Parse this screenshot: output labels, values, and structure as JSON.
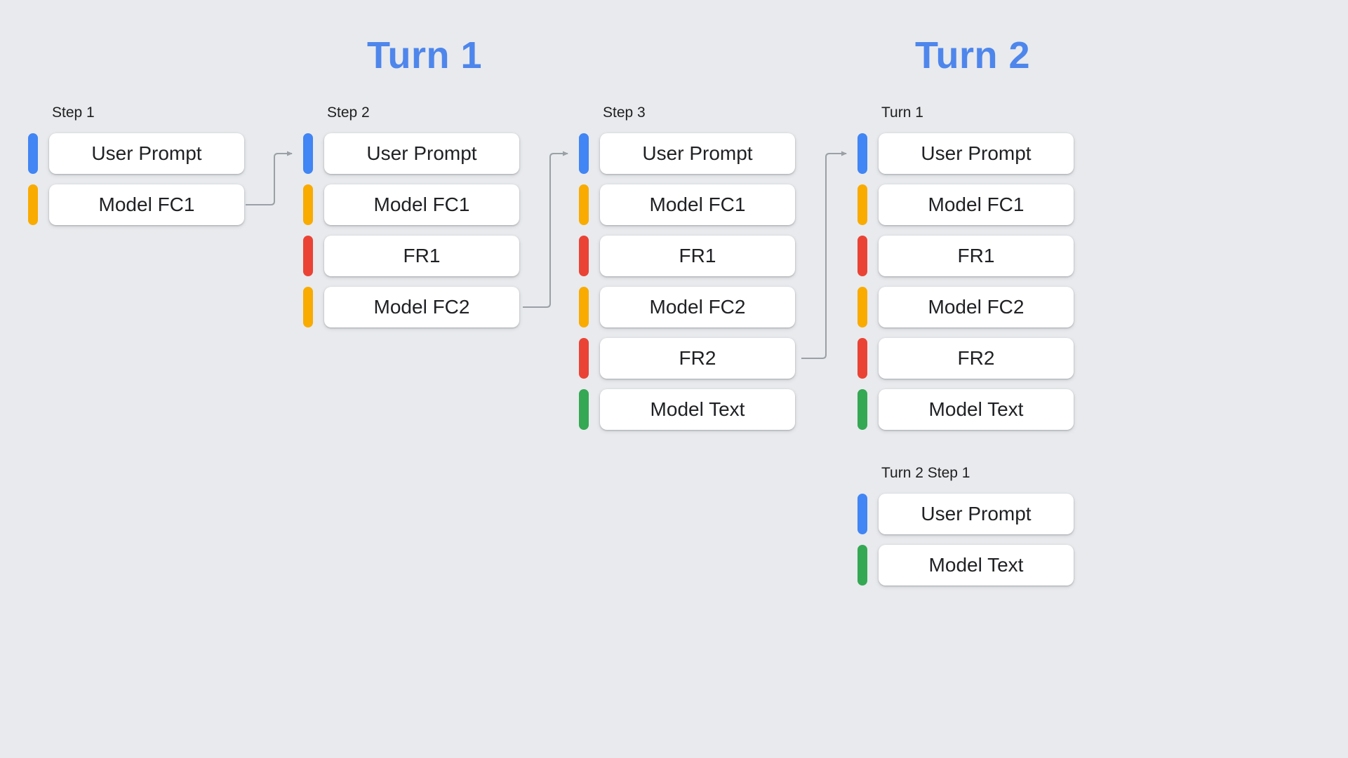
{
  "titles": {
    "turn1": "Turn 1",
    "turn2": "Turn 2"
  },
  "palette": {
    "background": "#E8EAED",
    "card_bg": "#FFFFFF",
    "card_text": "#202124",
    "label_text": "#1F1F1F",
    "title_blue": "#4E86EC",
    "arrow": "#9AA0A6",
    "blue": "#4285F4",
    "yellow": "#F9AB00",
    "red": "#EA4335",
    "green": "#34A853"
  },
  "groups": [
    {
      "label": "Step 1",
      "cards": [
        {
          "text": "User Prompt",
          "color": "blue"
        },
        {
          "text": "Model FC1",
          "color": "yellow"
        }
      ]
    },
    {
      "label": "Step 2",
      "cards": [
        {
          "text": "User Prompt",
          "color": "blue"
        },
        {
          "text": "Model FC1",
          "color": "yellow"
        },
        {
          "text": "FR1",
          "color": "red"
        },
        {
          "text": "Model FC2",
          "color": "yellow"
        }
      ]
    },
    {
      "label": "Step 3",
      "cards": [
        {
          "text": "User Prompt",
          "color": "blue"
        },
        {
          "text": "Model FC1",
          "color": "yellow"
        },
        {
          "text": "FR1",
          "color": "red"
        },
        {
          "text": "Model FC2",
          "color": "yellow"
        },
        {
          "text": "FR2",
          "color": "red"
        },
        {
          "text": "Model Text",
          "color": "green"
        }
      ]
    },
    {
      "label": "Turn 1",
      "cards": [
        {
          "text": "User Prompt",
          "color": "blue"
        },
        {
          "text": "Model FC1",
          "color": "yellow"
        },
        {
          "text": "FR1",
          "color": "red"
        },
        {
          "text": "Model FC2",
          "color": "yellow"
        },
        {
          "text": "FR2",
          "color": "red"
        },
        {
          "text": "Model Text",
          "color": "green"
        }
      ]
    },
    {
      "label": "Turn 2 Step 1",
      "cards": [
        {
          "text": "User Prompt",
          "color": "blue"
        },
        {
          "text": "Model Text",
          "color": "green"
        }
      ]
    }
  ]
}
